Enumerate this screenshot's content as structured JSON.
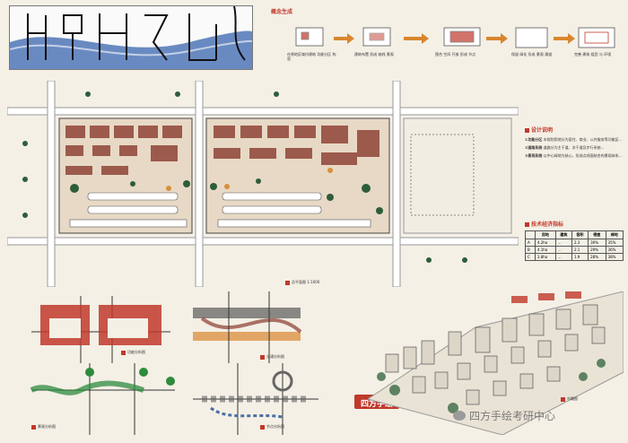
{
  "header_sketch": {
    "caption": ""
  },
  "concept": {
    "title": "概念生成",
    "steps": [
      {
        "note": "在原地区域内建筑 功能分区 构思"
      },
      {
        "note": "建筑布置 形成 轴线 景观"
      },
      {
        "note": "围合 空间 开放 形成 节点"
      },
      {
        "note": "保留 绿化 形成 景观 通道"
      },
      {
        "note": "完善 建筑 组团 与 环境"
      }
    ]
  },
  "design_notes": {
    "title": "设计说明",
    "items": [
      {
        "label": "①功能分区",
        "text": "本规划用地分为居住、商业、公共服务等功能区..."
      },
      {
        "label": "②道路系统",
        "text": "道路分为主干道、次干道及步行系统..."
      },
      {
        "label": "③景观系统",
        "text": "以中心绿地为核心，形成点线面结合的景观体系..."
      }
    ]
  },
  "econ_table": {
    "title": "技术经济指标",
    "headers": [
      "",
      "用地",
      "建筑",
      "容积",
      "密度",
      "绿地"
    ],
    "rows": [
      [
        "A",
        "4.2ha",
        "...",
        "2.3",
        "30%",
        "35%"
      ],
      [
        "B",
        "4.1ha",
        "...",
        "2.1",
        "29%",
        "36%"
      ],
      [
        "C",
        "3.8ha",
        "...",
        "1.9",
        "28%",
        "38%"
      ]
    ]
  },
  "master_plan": {
    "label": "总平面图 1:1000"
  },
  "analysis": {
    "function": {
      "title": "功能分析图"
    },
    "traffic": {
      "title": "交通分析图"
    },
    "landscape": {
      "title": "景观分析图"
    },
    "node": {
      "title": "节点分析图"
    }
  },
  "aerial": {
    "title": "鸟瞰图"
  },
  "seal": {
    "text": "四方手绘"
  },
  "watermark": {
    "text": "四方手绘考研中心"
  }
}
